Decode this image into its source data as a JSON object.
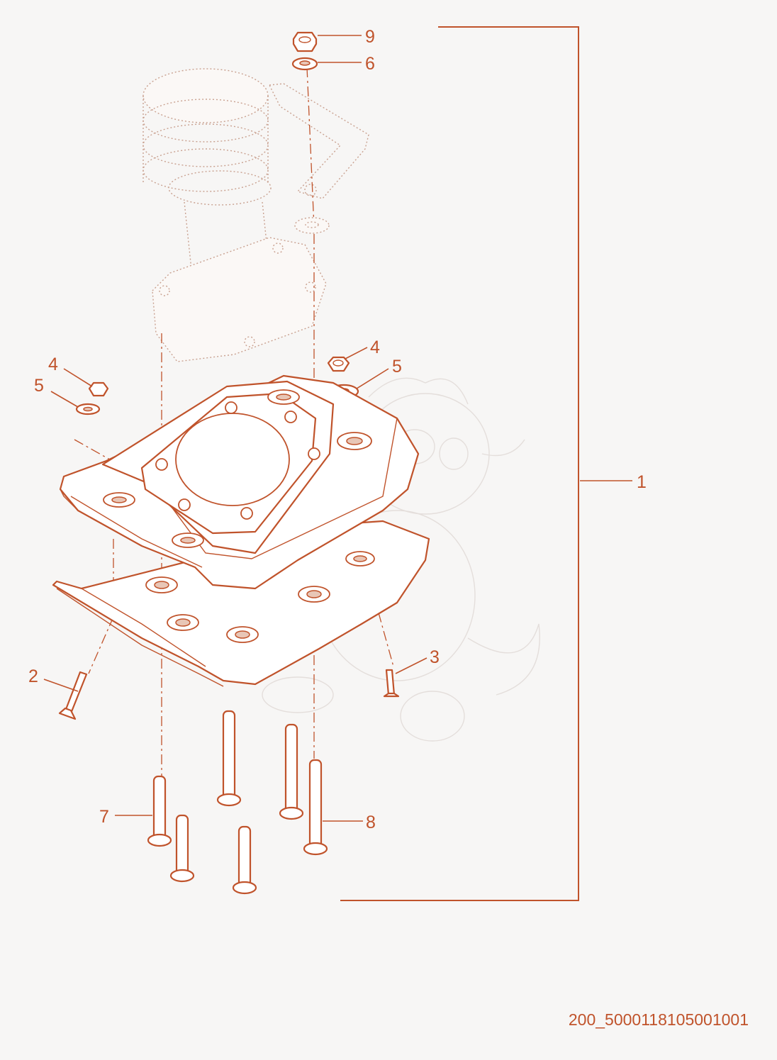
{
  "callouts": {
    "c1": "1",
    "c2": "2",
    "c3": "3",
    "c4_left": "4",
    "c4_right": "4",
    "c5_left": "5",
    "c5_right": "5",
    "c6": "6",
    "c7": "7",
    "c8": "8",
    "c9": "9"
  },
  "document_id": "200_5000118105001001",
  "colors": {
    "line": "#c0532b",
    "ghost": "#c9a190",
    "background": "#f7f6f5"
  }
}
